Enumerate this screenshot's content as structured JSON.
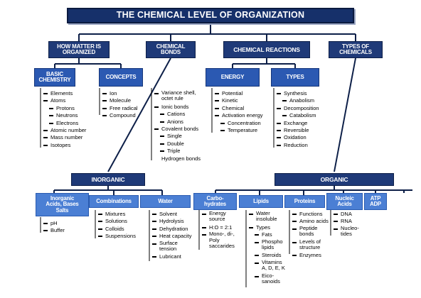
{
  "title": "THE CHEMICAL LEVEL OF ORGANIZATION",
  "level1": {
    "matter": "HOW MATTER IS\nORGANIZED",
    "bonds": "CHEMICAL\nBONDS",
    "reactions": "CHEMICAL REACTIONS",
    "types_of_chemicals": "TYPES OF\nCHEMICALS"
  },
  "level2": {
    "basic": "BASIC\nCHEMISTRY",
    "concepts": "CONCEPTS",
    "energy": "ENERGY",
    "types": "TYPES"
  },
  "basic_chemistry": [
    "Elements",
    "Atoms",
    "Protons",
    "Neutrons",
    "Electrons",
    "Atomic number",
    "Mass number",
    "Isotopes"
  ],
  "concepts": [
    "Ion",
    "Molecule",
    "Free radical",
    "Compound"
  ],
  "chemical_bonds": [
    "Variance shell,\noctet rule",
    "Ionic bonds",
    "Cations",
    "Anions",
    "Covalent bonds",
    "Single",
    "Double",
    "Triple",
    "Hydrogen bonds"
  ],
  "energy": [
    "Potential",
    "Kinetic",
    "Chemical",
    "Activation energy",
    "Concentration",
    "Temperature"
  ],
  "reaction_types": [
    "Synthesis",
    "Anabolism",
    "Decomposition",
    "Catabolism",
    "Exchange",
    "Reversible",
    "Oxidation",
    "Reduction"
  ],
  "level3": {
    "inorganic": "INORGANIC",
    "organic": "ORGANIC"
  },
  "level4": {
    "acids": "Inorganic\nAcids, Bases\nSalts",
    "combinations": "Combinations",
    "water": "Water",
    "carbohydrates": "Carbo-\nhydrates",
    "lipids": "Lipids",
    "proteins": "Proteins",
    "nucleic": "Nucleic\nAcids",
    "atp": "ATP\nADP"
  },
  "acids_items": [
    "pH",
    "Buffer"
  ],
  "combinations_items": [
    "Mixtures",
    "Solutions",
    "Colloids",
    "Suspensions"
  ],
  "water_items": [
    "Solvent",
    "Hydrolysis",
    "Dehydration",
    "Heat capacity",
    "Surface\ntension",
    "Lubricant"
  ],
  "carbohydrates_items": [
    "Energy\nsource",
    "H:O = 2:1",
    "Mono-, di-,\nPoly\nsaccarides"
  ],
  "lipids_items": [
    "Water\ninsoluble",
    "Types",
    "Fats",
    "Phospho\nlipids",
    "Steroids",
    "Vitamins\nA, D, E, K",
    "Eico-\nsanoids"
  ],
  "proteins_items": [
    "Functions",
    "Amino acids",
    "Peptide\nbonds",
    "Levels of\nstructure",
    "Enzymes"
  ],
  "nucleic_items": [
    "DNA",
    "RNA",
    "Nucleo-\ntides"
  ],
  "colors": {
    "navy": "#1f3a78",
    "mid": "#2b59b2",
    "light": "#4b7fd4"
  }
}
